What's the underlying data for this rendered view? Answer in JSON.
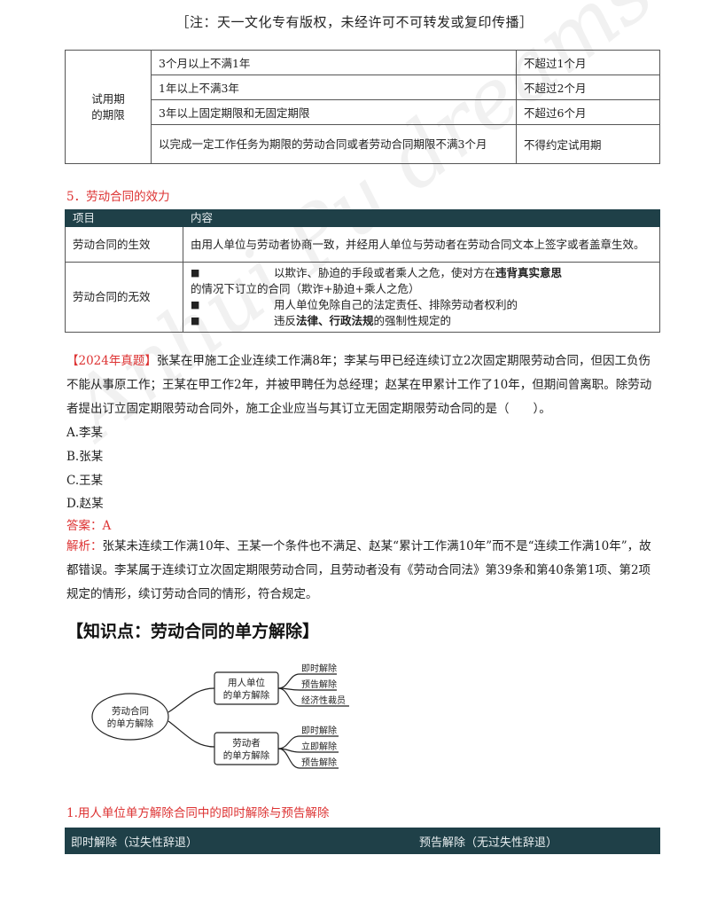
{
  "header_note": "［注：天一文化专有版权，未经许可不可转发或复印传播］",
  "watermark": "Anhui Pu dreams",
  "probation": {
    "category": "试用期的期限",
    "rows": [
      {
        "duration": "3个月以上不满1年",
        "limit": "不超过1个月"
      },
      {
        "duration": "1年以上不满3年",
        "limit": "不超过2个月"
      },
      {
        "duration": "3年以上固定期限和无固定期限",
        "limit": "不超过6个月"
      },
      {
        "duration": "以完成一定工作任务为期限的劳动合同或者劳动合同期限不满3个月",
        "limit": "不得约定试用期"
      }
    ]
  },
  "section5": {
    "title": "5．劳动合同的效力",
    "headers": [
      "项目",
      "内容"
    ],
    "effective": {
      "label": "劳动合同的生效",
      "content": "由用人单位与劳动者协商一致，并经用人单位与劳动者在劳动合同文本上签字或者盖章生效。"
    },
    "invalid": {
      "label": "劳动合同的无效",
      "bullet": "■",
      "item1_pre": "以欺诈、胁迫的手段或者乘人之危，使对方在",
      "item1_hl": "违背真实意思",
      "item1_post": "的情况下订立的合同（欺诈+胁迫+乘人之危）",
      "item2": "用人单位免除自己的法定责任、排除劳动者权利的",
      "item3_pre": "违反",
      "item3_hl": "法律、行政法规",
      "item3_post": "的强制性规定的"
    }
  },
  "question": {
    "tag": "【2024年真题】",
    "text": "张某在甲施工企业连续工作满8年；李某与甲已经连续订立2次固定期限劳动合同，但因工负伤不能从事原工作；王某在甲工作2年，并被甲聘任为总经理；赵某在甲累计工作了10年，但期间曾离职。除劳动者提出订立固定期限劳动合同外，施工企业应当与其订立无固定期限劳动合同的是（　　）。",
    "options": [
      "A.李某",
      "B.张某",
      "C.王某",
      "D.赵某"
    ],
    "answer": "答案：A",
    "analysis_label": "解析：",
    "analysis": "张某未连续工作满10年、王某一个条件也不满足、赵某“累计工作满10年”而不是“连续工作满10年”，故都错误。李某属于连续订立次固定期限劳动合同，且劳动者没有《劳动合同法》第39条和第40条第1项、第2项规定的情形，续订劳动合同的情形，符合规定。"
  },
  "knowledge": {
    "title": "【知识点：劳动合同的单方解除】",
    "mindmap": {
      "root_line1": "劳动合同",
      "root_line2": "的单方解除",
      "employer_line1": "用人单位",
      "employer_line2": "的单方解除",
      "employer_items": [
        "即时解除",
        "预告解除",
        "经济性裁员"
      ],
      "worker_line1": "劳动者",
      "worker_line2": "的单方解除",
      "worker_items": [
        "即时解除",
        "立即解除",
        "预告解除"
      ]
    }
  },
  "section1": {
    "title": "1.用人单位单方解除合同中的即时解除与预告解除",
    "col1": "即时解除（过失性辞退）",
    "col2": "预告解除（无过失性辞退）"
  }
}
